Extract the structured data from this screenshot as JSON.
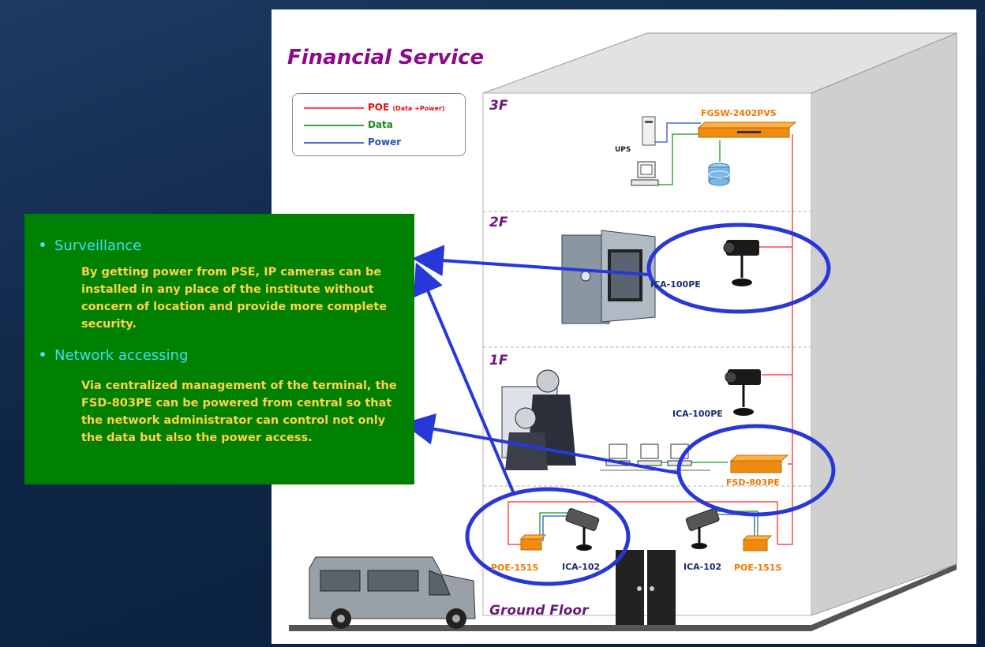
{
  "diagram": {
    "title": "Financial Service",
    "legend": {
      "poe_label": "POE",
      "poe_note": "(Data +Power)",
      "data_label": "Data",
      "power_label": "Power",
      "colors": {
        "poe": "#ff4a4a",
        "data": "#3aa63a",
        "power": "#4a6fd0"
      }
    },
    "floors": {
      "third": "3F",
      "second": "2F",
      "first": "1F",
      "ground": "Ground Floor"
    },
    "devices": {
      "switch": "FGSW-2402PVS",
      "ups": "UPS",
      "camera_2f": "ICA-100PE",
      "camera_1f": "ICA-100PE",
      "fsd": "FSD-803PE",
      "poe_left": "POE-151S",
      "cam_left": "ICA-102",
      "cam_right": "ICA-102",
      "poe_right": "POE-151S"
    },
    "info": {
      "heading1": "Surveillance",
      "text1": "By getting power from PSE, IP cameras can be installed in any place of the institute without concern of location and provide more complete security.",
      "heading2": "Network accessing",
      "text2": "Via centralized management of the terminal, the FSD-803PE can be powered from central so that the network administrator can control not only the data but also the power access."
    }
  }
}
